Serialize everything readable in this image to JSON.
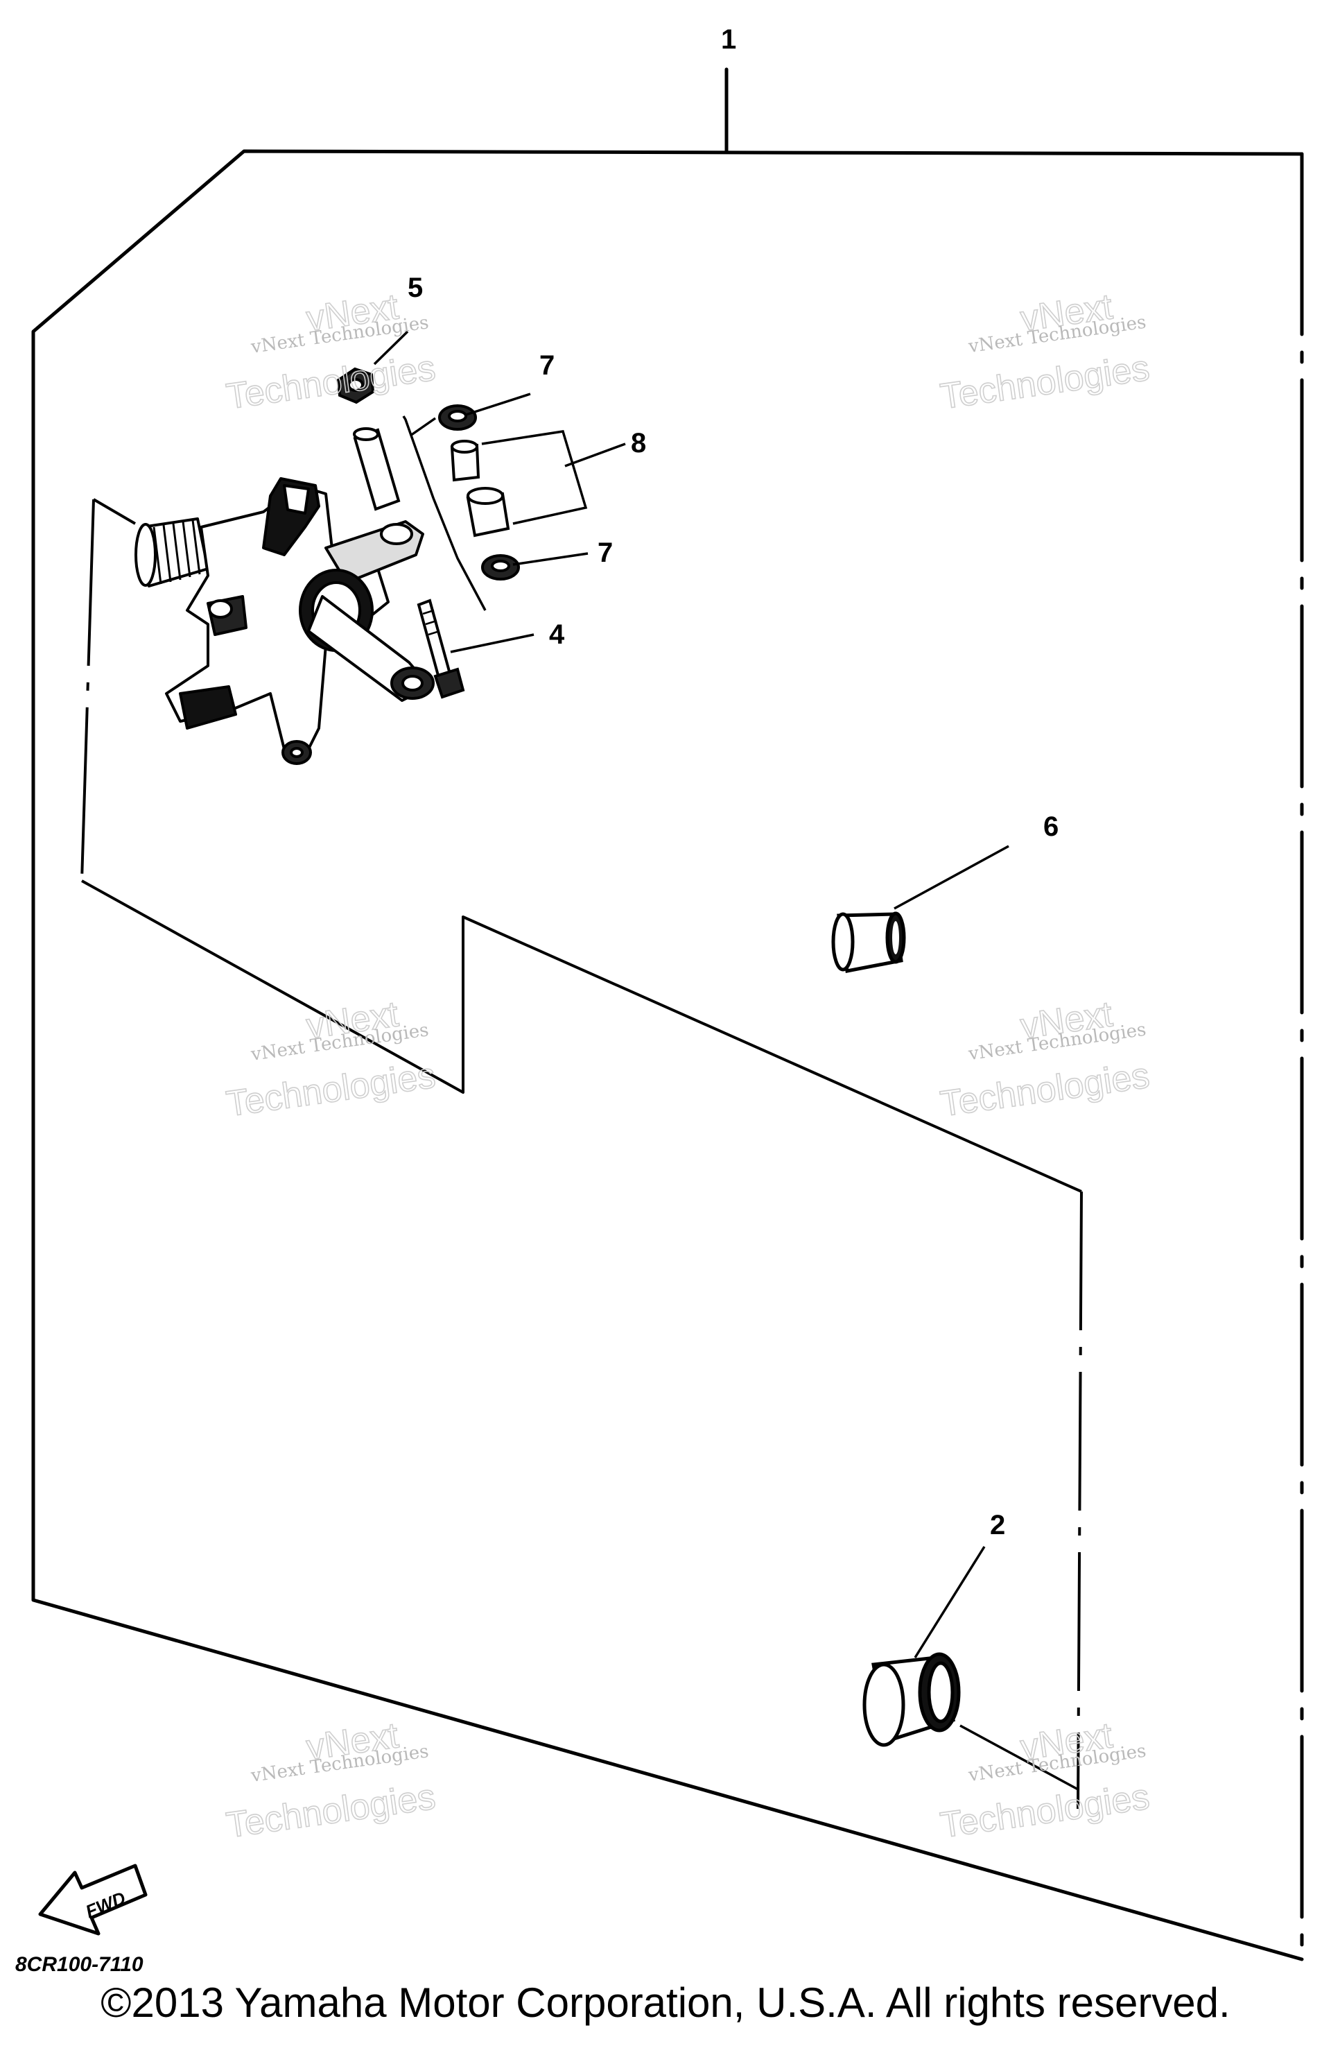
{
  "callouts": {
    "c1": "1",
    "c2": "2",
    "c4": "4",
    "c5": "5",
    "c6": "6",
    "c7a": "7",
    "c7b": "7",
    "c8": "8"
  },
  "watermark": {
    "line1": "vNext Technologies",
    "line2": "vNext",
    "line3": "Technologies"
  },
  "fwd_label": "FWD",
  "diagram_code": "8CR100-7110",
  "copyright": "©2013 Yamaha Motor Corporation, U.S.A. All rights reserved."
}
